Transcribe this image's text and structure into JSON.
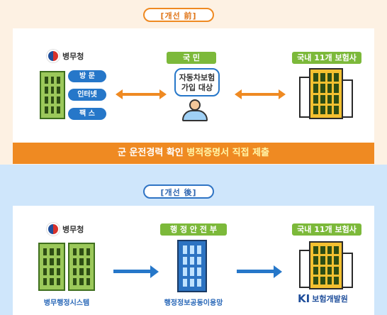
{
  "before": {
    "tag": "[개선 前]",
    "mma_logo": "병무청",
    "channels": [
      "방 문",
      "인터넷",
      "팩 스"
    ],
    "citizen_label": "국 민",
    "bubble_line1": "자동차보험",
    "bubble_line2": "가입 대상",
    "insurers_label": "국내 11개 보험사",
    "bar_text_plain": "군 운전경력 확인 ",
    "bar_text_highlight": "병적증명서 직접 제출"
  },
  "after": {
    "tag": "[개선 後]",
    "mma_logo": "병무청",
    "mma_system_caption": "병무행정시스템",
    "mois_label": "행 정 안 전 부",
    "mois_caption": "행정정보공동이용망",
    "insurers_label": "국내 11개 보험사",
    "kidi_text": "보험개발원"
  },
  "colors": {
    "orange": "#ef8a22",
    "blue": "#2677c9",
    "green": "#7cb93a",
    "top_bg": "#fdf1e3",
    "bottom_bg": "#cfe6fb"
  }
}
